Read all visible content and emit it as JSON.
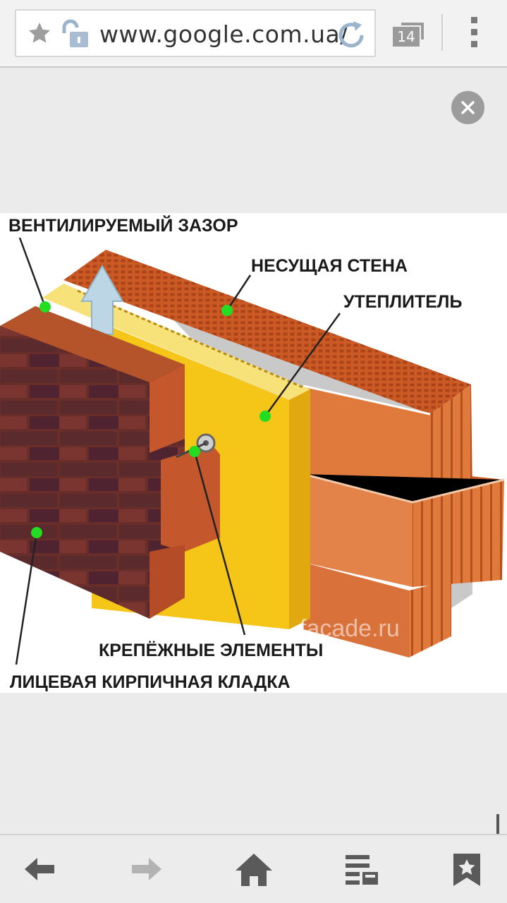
{
  "browser": {
    "url": "www.google.com.ua/",
    "tab_count": "14"
  },
  "image": {
    "labels": {
      "vent_gap": "ВЕНТИЛИРУЕМЫЙ ЗАЗОР",
      "bearing_wall": "НЕСУЩАЯ СТЕНА",
      "insulation": "УТЕПЛИТЕЛЬ",
      "fasteners": "КРЕПЁЖНЫЕ ЭЛЕМЕНТЫ",
      "facing_brick": "ЛИЦЕВАЯ КИРПИЧНАЯ КЛАДКА"
    },
    "watermark": "facade.ru"
  },
  "icons": {
    "bookmark_star": "star-icon",
    "lock": "unlocked-lock-icon",
    "reload": "reload-icon",
    "tabs": "tabs-icon",
    "menu": "overflow-menu-icon",
    "close": "close-icon",
    "back": "back-arrow-icon",
    "forward": "forward-arrow-icon",
    "home": "home-icon",
    "reading": "reading-list-icon",
    "bookmarks": "bookmarks-icon"
  },
  "colors": {
    "insulation": "#f5c518",
    "brick_block": "#e07a3c",
    "facing_brick": "#6a2e2a",
    "marker": "#22dd22"
  }
}
